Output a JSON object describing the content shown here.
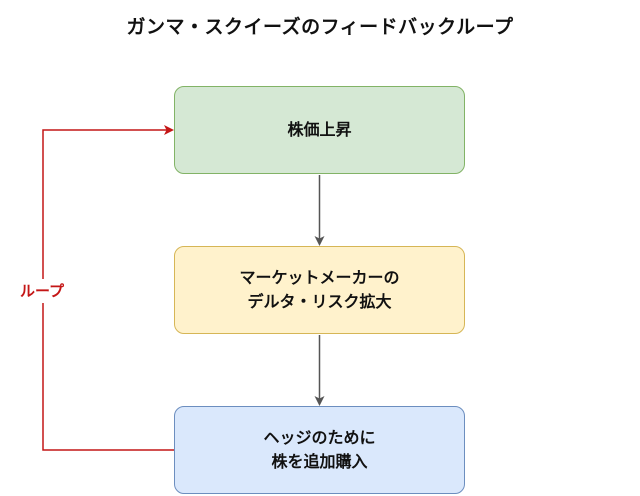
{
  "title": "ガンマ・スクイーズのフィードバックループ",
  "nodes": {
    "stock_rise": {
      "line1": "株価上昇",
      "color": "#d5e8d4",
      "border": "#82b366"
    },
    "delta_expand": {
      "line1": "マーケットメーカーの",
      "line2": "デルタ・リスク拡大",
      "color": "#fff2cc",
      "border": "#d6b656"
    },
    "hedge_buy": {
      "line1": "ヘッジのために",
      "line2": "株を追加購入",
      "color": "#dae8fc",
      "border": "#6c8ebf"
    }
  },
  "loop_edge": {
    "label": "ループ",
    "color": "#c41616"
  },
  "edge_color": "#555555"
}
